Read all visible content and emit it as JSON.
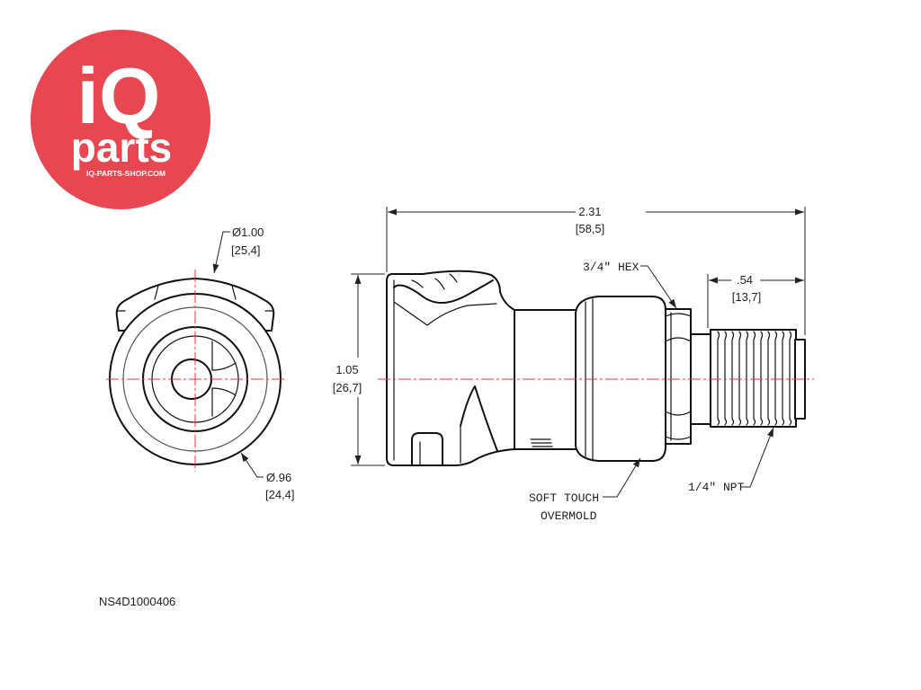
{
  "logo": {
    "line1": "iQ",
    "line2": "parts",
    "website": "IQ-PARTS-SHOP.COM"
  },
  "end_view": {
    "outer_diameter": {
      "imperial": "Ø1.00",
      "metric": "[25,4]"
    },
    "inner_diameter": {
      "imperial": "Ø.96",
      "metric": "[24,4]"
    }
  },
  "side_view": {
    "overall_length": {
      "imperial": "2.31",
      "metric": "[58,5]"
    },
    "overall_height": {
      "imperial": "1.05",
      "metric": "[26,7]"
    },
    "thread_length": {
      "imperial": ".54",
      "metric": "[13,7]"
    },
    "hex_callout": "3/4\" HEX",
    "overmold_callout": [
      "SOFT TOUCH",
      "OVERMOLD"
    ],
    "thread_callout": "1/4\" NPT"
  },
  "part_number": "NS4D1000406",
  "colors": {
    "logo": "#E84650",
    "centerline": "#E0393E",
    "outline": "#111111"
  }
}
